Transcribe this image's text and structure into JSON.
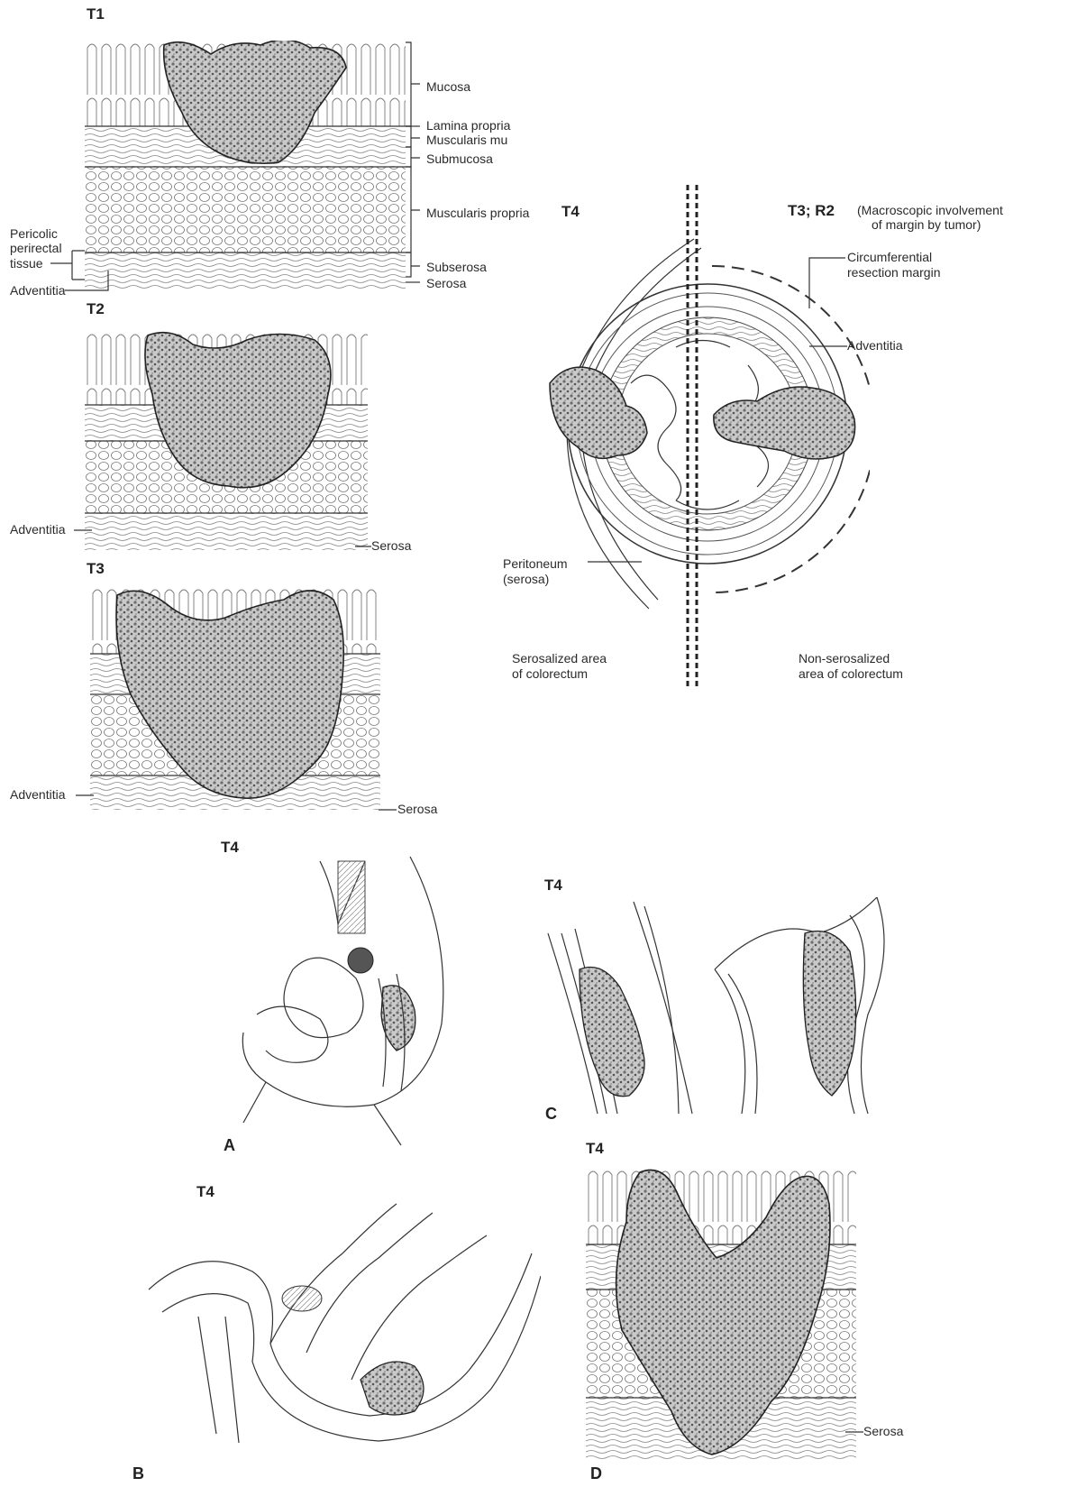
{
  "headings": {
    "t1": "T1",
    "t2": "T2",
    "t3": "T3",
    "t4_right": "T4",
    "t3r2_main": "T3; R2",
    "t3r2_note_line1": "(Macroscopic involvement",
    "t3r2_note_line2": "of margin by tumor)",
    "t4_a": "T4",
    "t4_c": "T4",
    "t4_b": "T4",
    "t4_d": "T4"
  },
  "panel_letters": {
    "a": "A",
    "b": "B",
    "c": "C",
    "d": "D"
  },
  "labels_t1": {
    "mucosa": "Mucosa",
    "lamina_propria": "Lamina propria",
    "muscularis_mu": "Muscularis mu",
    "submucosa": "Submucosa",
    "muscularis_propria": "Muscularis propria",
    "subserosa": "Subserosa",
    "serosa": "Serosa",
    "pericolic_line1": "Pericolic",
    "pericolic_line2": "perirectal",
    "pericolic_line3": "tissue",
    "adventitia": "Adventitia"
  },
  "labels_t2": {
    "adventitia": "Adventitia",
    "serosa": "Serosa"
  },
  "labels_t3": {
    "adventitia": "Adventitia",
    "serosa": "Serosa"
  },
  "labels_cross_section": {
    "crm_line1": "Circumferential",
    "crm_line2": "resection margin",
    "adventitia": "Adventitia",
    "peritoneum_line1": "Peritoneum",
    "peritoneum_line2": "(serosa)",
    "serosalized_line1": "Serosalized area",
    "serosalized_line2": "of colorectum",
    "nonserosalized_line1": "Non-serosalized",
    "nonserosalized_line2": "area of colorectum"
  },
  "labels_d": {
    "serosa": "Serosa"
  },
  "colors": {
    "ink": "#333333",
    "tumor": "#7a7a7a",
    "tissue": "#f2f2f2"
  }
}
